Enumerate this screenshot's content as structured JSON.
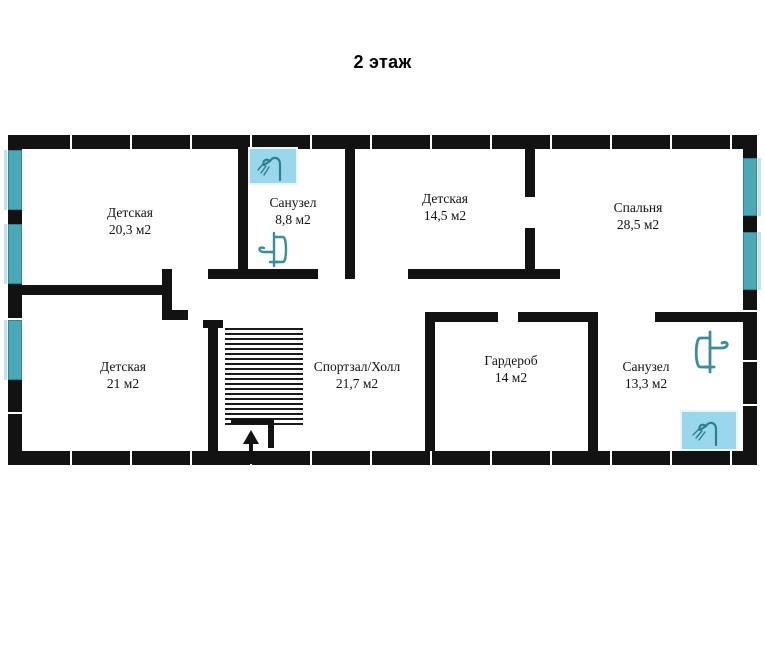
{
  "title": "2 этаж",
  "colors": {
    "wall": "#121212",
    "window": "#4aa8b8",
    "window_ghost": "#bfe3ea",
    "shower_fill": "#9ad6ec",
    "fixture_stroke": "#3d8c9c",
    "background": "#ffffff",
    "text": "#111111"
  },
  "plan": {
    "floor_label": "2 этаж",
    "area_unit": "м2",
    "rooms": [
      {
        "id": "nursery-1",
        "name": "Детская",
        "area": "20,3 м2"
      },
      {
        "id": "bathroom-1",
        "name": "Санузел",
        "area": "8,8 м2"
      },
      {
        "id": "nursery-2",
        "name": "Детская",
        "area": "14,5 м2"
      },
      {
        "id": "bedroom",
        "name": "Спальня",
        "area": "28,5 м2"
      },
      {
        "id": "nursery-3",
        "name": "Детская",
        "area": "21 м2"
      },
      {
        "id": "gym-hall",
        "name": "Спортзал/Холл",
        "area": "21,7 м2"
      },
      {
        "id": "wardrobe",
        "name": "Гардероб",
        "area": "14 м2"
      },
      {
        "id": "bathroom-2",
        "name": "Санузел",
        "area": "13,3 м2"
      }
    ],
    "fixtures": [
      {
        "id": "shower-1",
        "type": "shower-cabin",
        "room": "bathroom-1"
      },
      {
        "id": "toilet-1",
        "type": "toilet",
        "room": "bathroom-1"
      },
      {
        "id": "toilet-2",
        "type": "toilet",
        "room": "bathroom-2"
      },
      {
        "id": "shower-2",
        "type": "shower-cabin",
        "room": "bathroom-2"
      }
    ],
    "windows": {
      "left_wall_count": 3,
      "right_wall_count": 2
    },
    "stairs": {
      "id": "staircase",
      "direction": "up",
      "step_count": 21
    }
  }
}
